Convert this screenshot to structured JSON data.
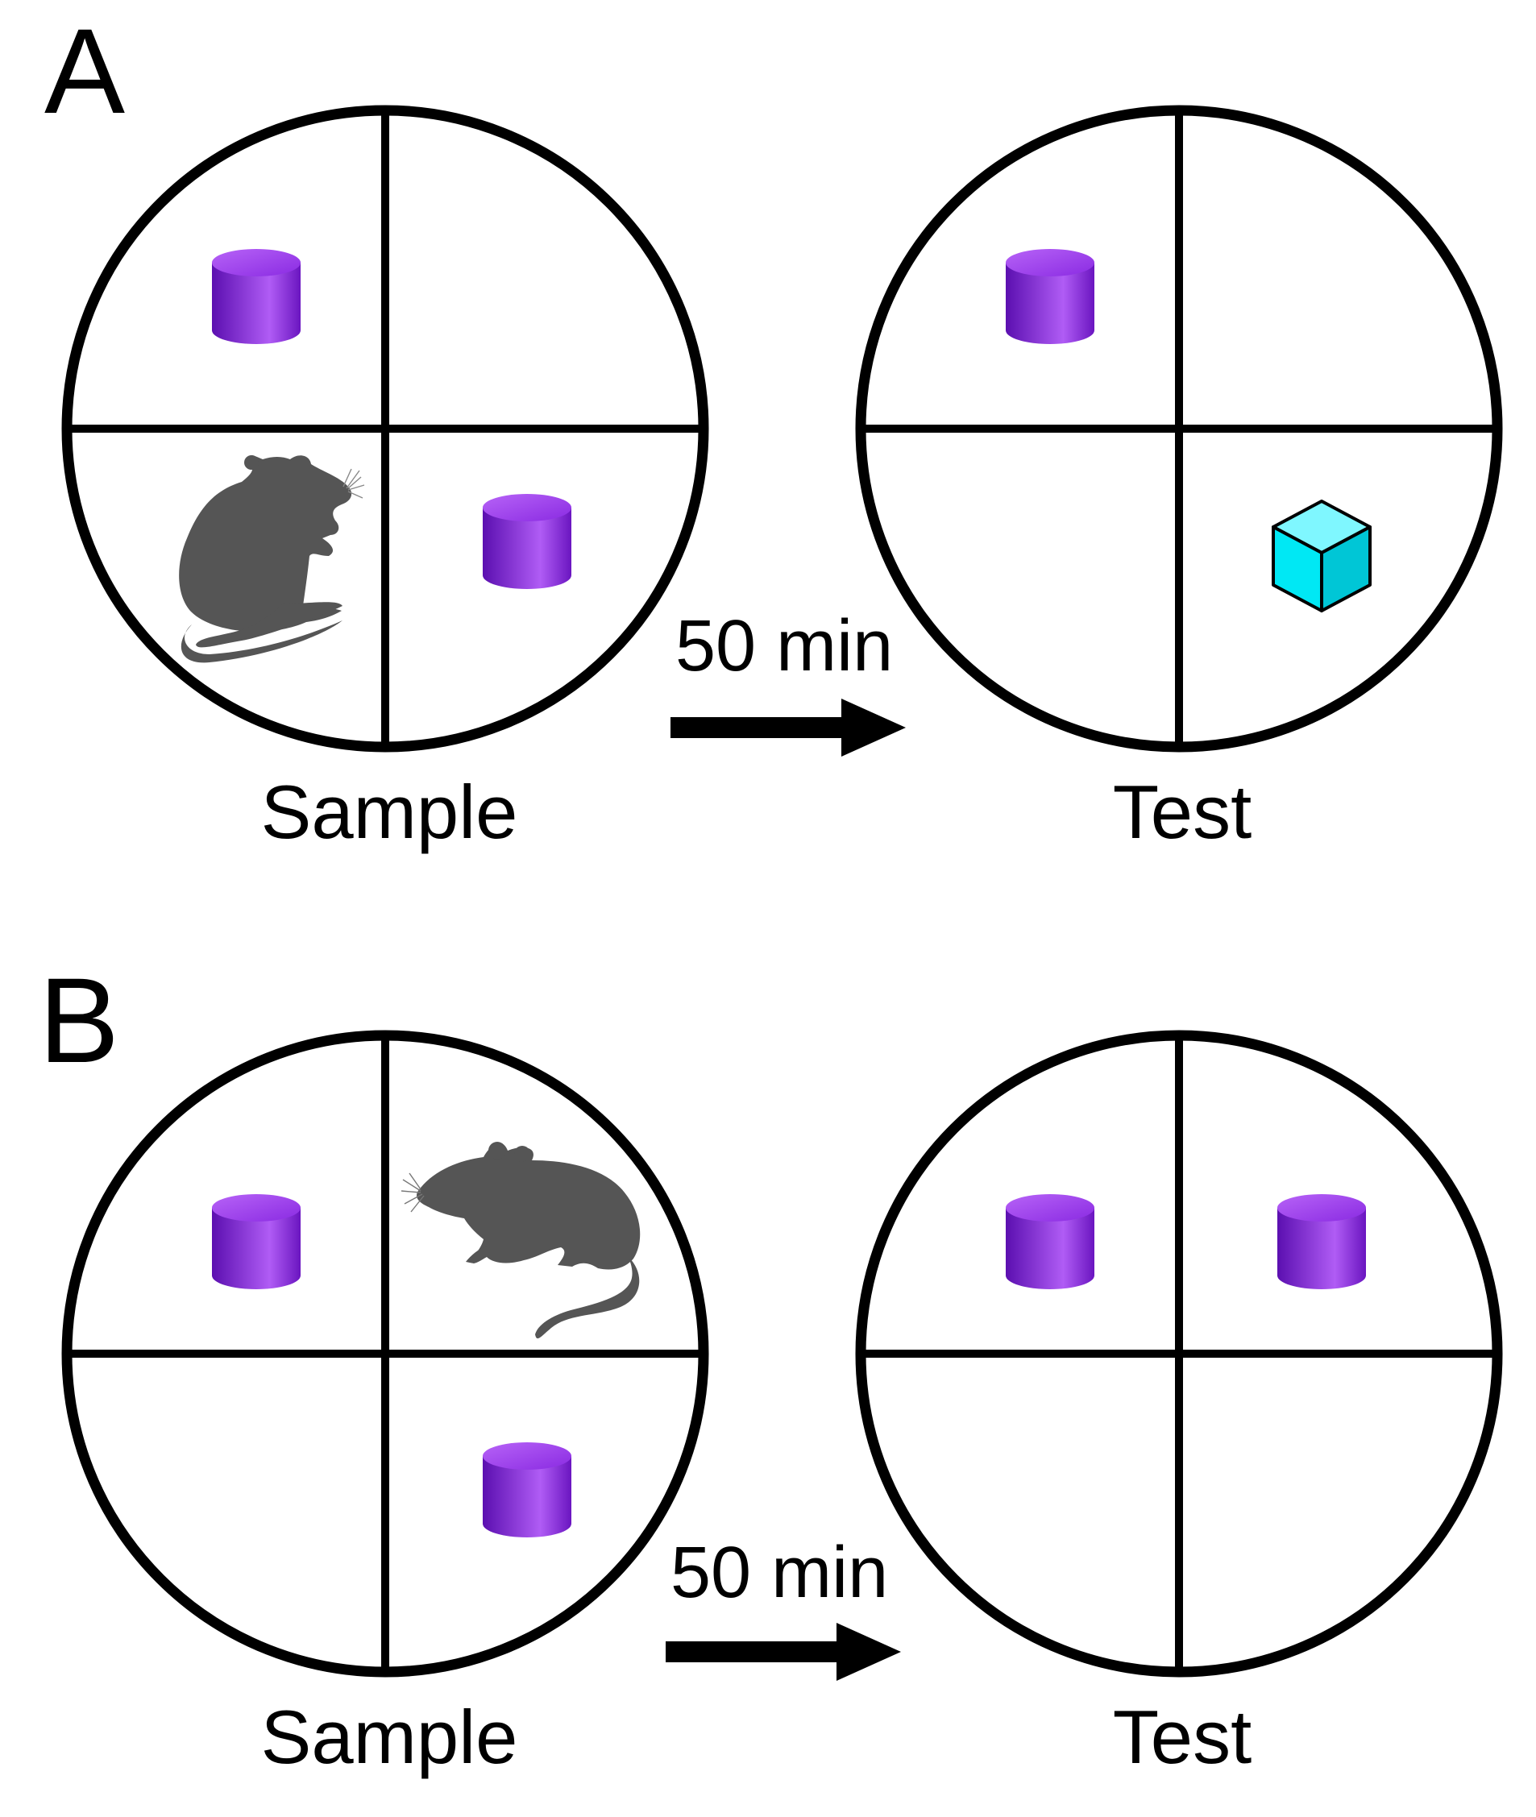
{
  "panels": [
    {
      "letter": "A",
      "delay_label": "50 min",
      "sample": {
        "caption": "Sample",
        "rodent": "rat",
        "rodent_quadrant": "bottom-left",
        "objects": [
          {
            "quadrant": "top-left",
            "shape": "cylinder"
          },
          {
            "quadrant": "bottom-right",
            "shape": "cylinder"
          }
        ]
      },
      "test": {
        "caption": "Test",
        "objects": [
          {
            "quadrant": "top-left",
            "shape": "cylinder"
          },
          {
            "quadrant": "bottom-right",
            "shape": "cube"
          }
        ]
      }
    },
    {
      "letter": "B",
      "delay_label": "50 min",
      "sample": {
        "caption": "Sample",
        "rodent": "mouse",
        "rodent_quadrant": "top-right",
        "objects": [
          {
            "quadrant": "top-left",
            "shape": "cylinder"
          },
          {
            "quadrant": "bottom-right",
            "shape": "cylinder"
          }
        ]
      },
      "test": {
        "caption": "Test",
        "objects": [
          {
            "quadrant": "top-left",
            "shape": "cylinder"
          },
          {
            "quadrant": "top-right",
            "shape": "cylinder"
          }
        ]
      }
    }
  ],
  "colors": {
    "arena_stroke": "#000000",
    "cylinder_side_dark": "#5b0fb0",
    "cylinder_side_light": "#b05cf5",
    "cylinder_top": "#a043ef",
    "cube_fill": "#00e8f4",
    "rodent_fill": "#555555"
  }
}
